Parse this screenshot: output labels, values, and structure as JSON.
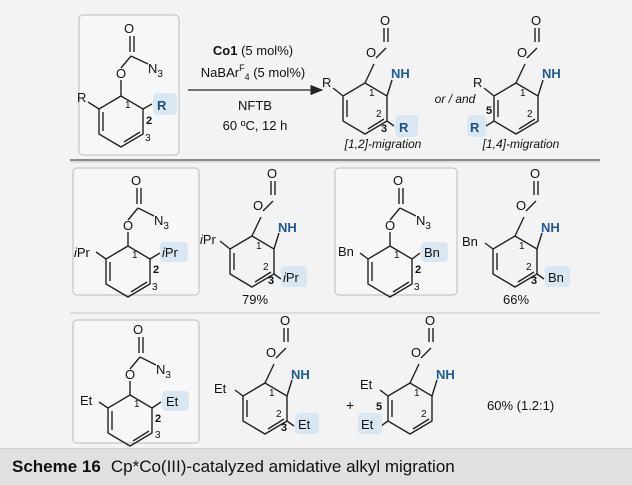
{
  "caption": {
    "label": "Scheme 16",
    "text": "Cp*Co(III)-catalyzed amidative alkyl migration"
  },
  "colors": {
    "background": "#f3f3f3",
    "caption_bar": "#e0e0e0",
    "highlight": "#d9e7f2",
    "nh_blue": "#1f5a95",
    "bond": "#222222"
  },
  "top_scheme": {
    "conditions": {
      "catalyst_name": "Co1",
      "catalyst_load": " (5 mol%)",
      "additive_prefix": "NaBAr",
      "additive_sup": "F",
      "additive_sub": "4",
      "additive_load": " (5 mol%)",
      "solvent": "NFTB",
      "temp_time": "60 ºC, 12 h"
    },
    "or_and": "or / and",
    "label_12": "[1,2]-migration",
    "label_14": "[1,4]-migration"
  },
  "common": {
    "O": "O",
    "N3": "N",
    "N3_sub": "3",
    "NH": "NH",
    "R": "R",
    "n1": "1",
    "n2": "2",
    "n3": "3",
    "n5": "5"
  },
  "middle": {
    "ipr": "iPr",
    "ipr_i": "i",
    "ipr_pr": "Pr",
    "yield_ipr": "79%",
    "bn": "Bn",
    "yield_bn": "66%"
  },
  "bottom": {
    "et": "Et",
    "plus": "+",
    "yield": "60% (1.2:1)"
  }
}
